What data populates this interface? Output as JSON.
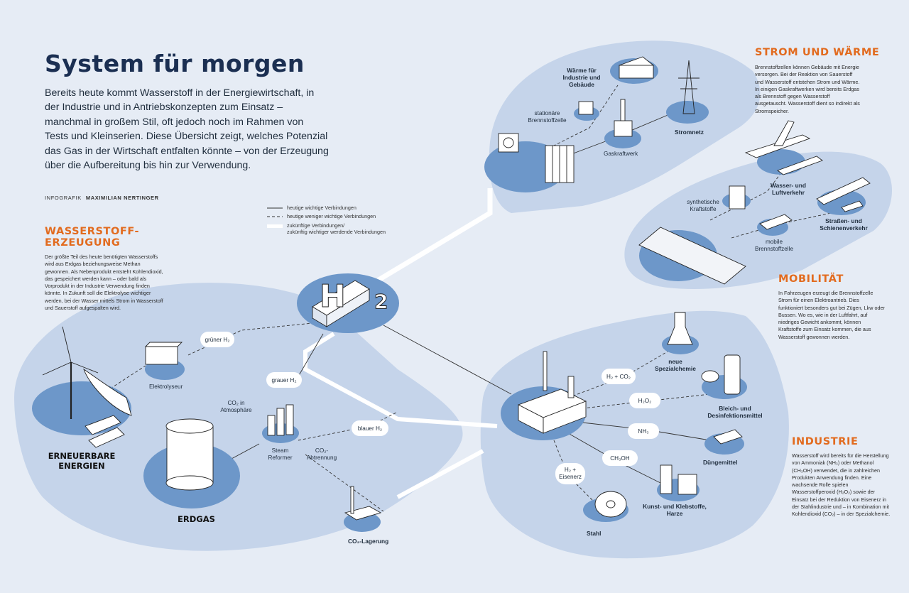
{
  "title": "System für morgen",
  "intro": "Bereits heute kommt Wasserstoff in der Energiewirtschaft, in der Industrie und in Antriebskonzepten zum Einsatz – manchmal in großem Stil, oft jedoch noch im Rahmen von Tests und Kleinserien. Diese Übersicht zeigt, welches Potenzial das Gas in der Wirtschaft entfalten könnte – von der Erzeugung über die Aufbereitung bis hin zur Verwendung.",
  "credit": {
    "label": "INFOGRAFIK",
    "author": "MAXIMILIAN NERTINGER"
  },
  "legend": [
    "heutige wichtige Verbindungen",
    "heutige weniger wichtige Verbindungen",
    "zukünftige Verbindungen/",
    "zukünftig wichtiger werdende Verbindungen"
  ],
  "sections": {
    "erzeugung": {
      "title_1": "WASSERSTOFF-",
      "title_2": "ERZEUGUNG",
      "text": "Der größte Teil des heute benötigten Wasserstoffs wird aus Erdgas beziehungsweise Methan gewonnen. Als Nebenprodukt entsteht Kohlendioxid, das gespeichert werden kann – oder bald als Vorprodukt in der Industrie Verwendung finden könnte. In Zukunft soll die Elektrolyse wichtiger werden, bei der Wasser mittels Strom in Wasserstoff und Sauerstoff aufgespalten wird."
    },
    "strom": {
      "title": "STROM UND WÄRME",
      "text": "Brennstoffzellen können Gebäude mit Energie versorgen. Bei der Reaktion von Sauerstoff und Wasserstoff entstehen Strom und Wärme. In einigen Gaskraftwerken wird bereits Erdgas als Brennstoff gegen Wasserstoff ausgetauscht. Wasserstoff dient so indirekt als Stromspeicher."
    },
    "mobilitaet": {
      "title": "MOBILITÄT",
      "text": "In Fahrzeugen erzeugt die Brennstoffzelle Strom für einen Elektroantrieb. Dies funktioniert besonders gut bei Zügen, Lkw oder Bussen. Wo es, wie in der Luftfahrt, auf niedriges Gewicht ankommt, können Kraftstoffe zum Einsatz kommen, die aus Wasserstoff gewonnen werden."
    },
    "industrie": {
      "title": "INDUSTRIE",
      "text": "Wasserstoff wird bereits für die Herstellung von Ammoniak (NH₃) oder Methanol (CH₃OH) verwendet, die in zahlreichen Produkten Anwendung finden. Eine wachsende Rolle spielen Wasserstoffperoxid (H₂O₂) sowie der Einsatz bei der Reduktion von Eisenerz in der Stahlindustrie und – in Kombination mit Kohlendioxid (CO₂) – in der Spezialchemie."
    }
  },
  "labels": {
    "h2_symbol_h": "H",
    "h2_symbol_2": "2",
    "erneuerbare": "ERNEUERBARE ENERGIEN",
    "erdgas": "ERDGAS",
    "elektrolyseur": "Elektrolyseur",
    "gruener": "grüner H₂",
    "grauer": "grauer H₂",
    "blauer": "blauer H₂",
    "co2_atmo": "CO₂ in Atmosphäre",
    "steam": "Steam Reformer",
    "co2_abtrennung": "CO₂-Abtrennung",
    "co2_lagerung": "CO₂-Lagerung",
    "waerme": "Wärme für Industrie und Gebäude",
    "stationaere": "stationäre Brennstoffzelle",
    "gaskraftwerk": "Gaskraftwerk",
    "stromnetz": "Stromnetz",
    "wasser_luft": "Wasser- und Luftverkehr",
    "synthetische": "synthetische Kraftstoffe",
    "mobile": "mobile Brennstoffzelle",
    "strasse": "Straßen- und Schienenverkehr",
    "h2_co2": "H₂ + CO₂",
    "h2o2": "H₂O₂",
    "nh3": "NH₃",
    "ch3oh": "CH₃OH",
    "h2_eisenerz": "H₂ + Eisenerz",
    "spezialchemie": "neue Spezialchemie",
    "bleich": "Bleich- und Desinfektionsmittel",
    "duenge": "Düngemittel",
    "kunst": "Kunst- und Klebstoffe, Harze",
    "stahl": "Stahl"
  },
  "colors": {
    "background": "#e6ecf5",
    "zone": "#c5d4ea",
    "disc": "#6d97c9",
    "accent": "#e26b1f",
    "title": "#1b2f52"
  }
}
